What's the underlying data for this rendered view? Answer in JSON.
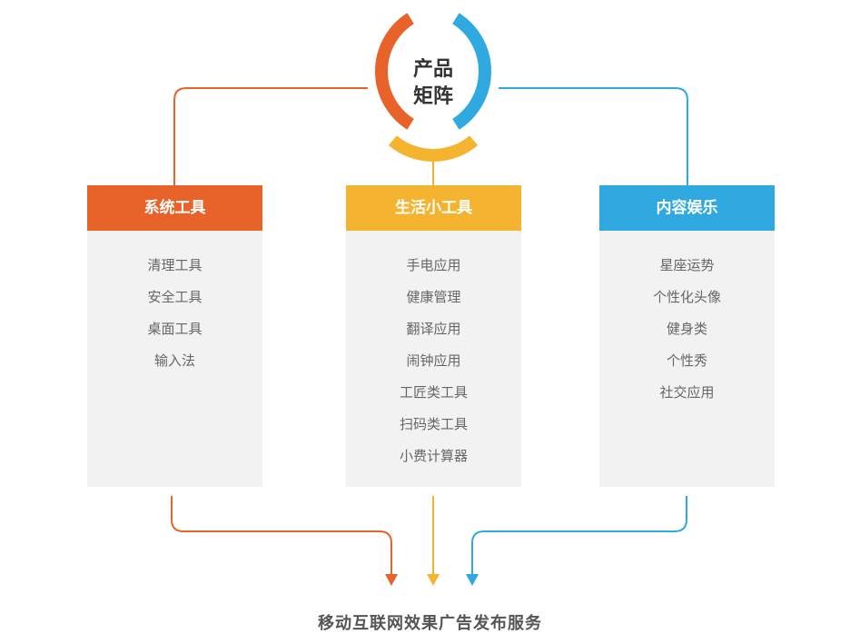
{
  "hub": {
    "line1": "产品",
    "line2": "矩阵"
  },
  "colors": {
    "orange": "#e8632a",
    "yellow": "#f4b42f",
    "blue": "#2fa9e0"
  },
  "columns": [
    {
      "title": "系统工具",
      "color": "#e8632a",
      "items": [
        "清理工具",
        "安全工具",
        "桌面工具",
        "输入法"
      ]
    },
    {
      "title": "生活小工具",
      "color": "#f4b42f",
      "items": [
        "手电应用",
        "健康管理",
        "翻译应用",
        "闹钟应用",
        "工匠类工具",
        "扫码类工具",
        "小费计算器"
      ]
    },
    {
      "title": "内容娱乐",
      "color": "#2fa9e0",
      "items": [
        "星座运势",
        "个性化头像",
        "健身类",
        "个性秀",
        "社交应用"
      ]
    }
  ],
  "footer": "移动互联网效果广告发布服务"
}
